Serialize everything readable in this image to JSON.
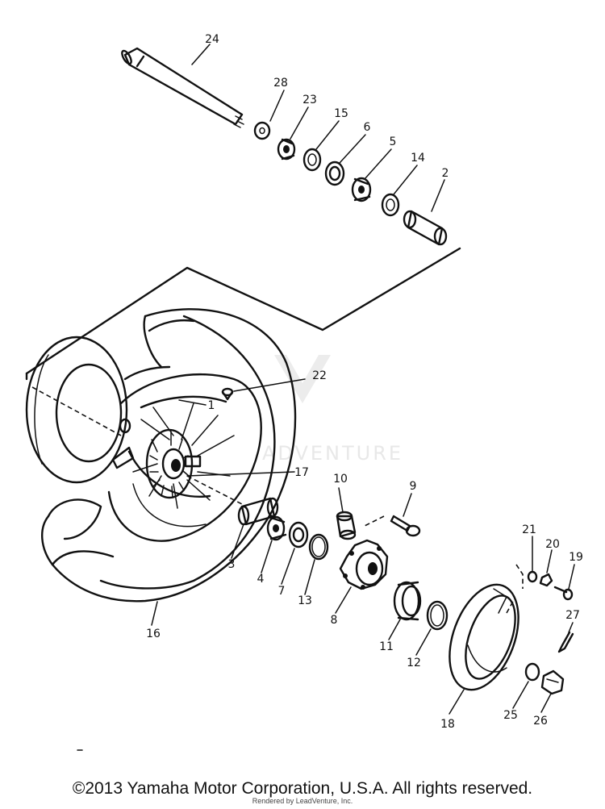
{
  "watermark": "ADVENTURE",
  "labels": {
    "p1": "1",
    "p2": "2",
    "p3": "3",
    "p4": "4",
    "p5": "5",
    "p6": "6",
    "p7": "7",
    "p8": "8",
    "p9": "9",
    "p10": "10",
    "p11": "11",
    "p12": "12",
    "p13": "13",
    "p14": "14",
    "p15": "15",
    "p16": "16",
    "p17": "17",
    "p18": "18",
    "p19": "19",
    "p20": "20",
    "p21": "21",
    "p22": "22",
    "p23": "23",
    "p24": "24",
    "p25": "25",
    "p26": "26",
    "p27": "27",
    "p28": "28"
  },
  "footer": {
    "copyright": "©2013 Yamaha Motor Corporation, U.S.A. All rights reserved.",
    "rendered": "Rendered by LeadVenture, Inc."
  }
}
